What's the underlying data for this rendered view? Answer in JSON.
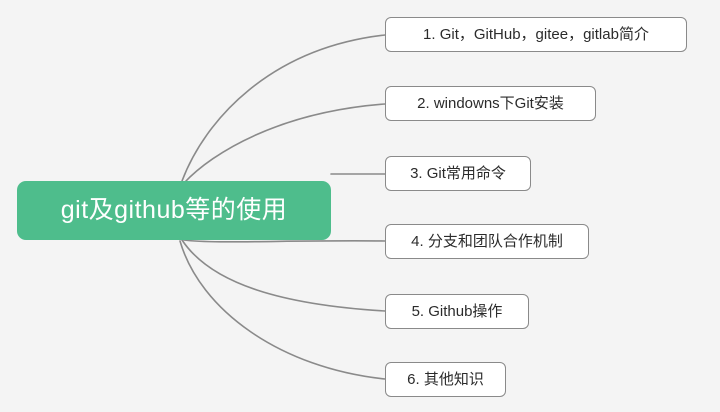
{
  "diagram": {
    "type": "mindmap",
    "background_color": "#f4f4f4",
    "root": {
      "label": "git及github等的使用",
      "fill_color": "#4ebd8c",
      "text_color": "#ffffff"
    },
    "connector": {
      "color": "#8a8a8a",
      "style": "curved"
    },
    "branches": [
      {
        "index": "1",
        "label": "1. Git，GitHub，gitee，gitlab简介"
      },
      {
        "index": "2",
        "label": "2. windowns下Git安装"
      },
      {
        "index": "3",
        "label": "3. Git常用命令"
      },
      {
        "index": "4",
        "label": "4. 分支和团队合作机制"
      },
      {
        "index": "5",
        "label": "5. Github操作"
      },
      {
        "index": "6",
        "label": "6. 其他知识"
      }
    ]
  }
}
